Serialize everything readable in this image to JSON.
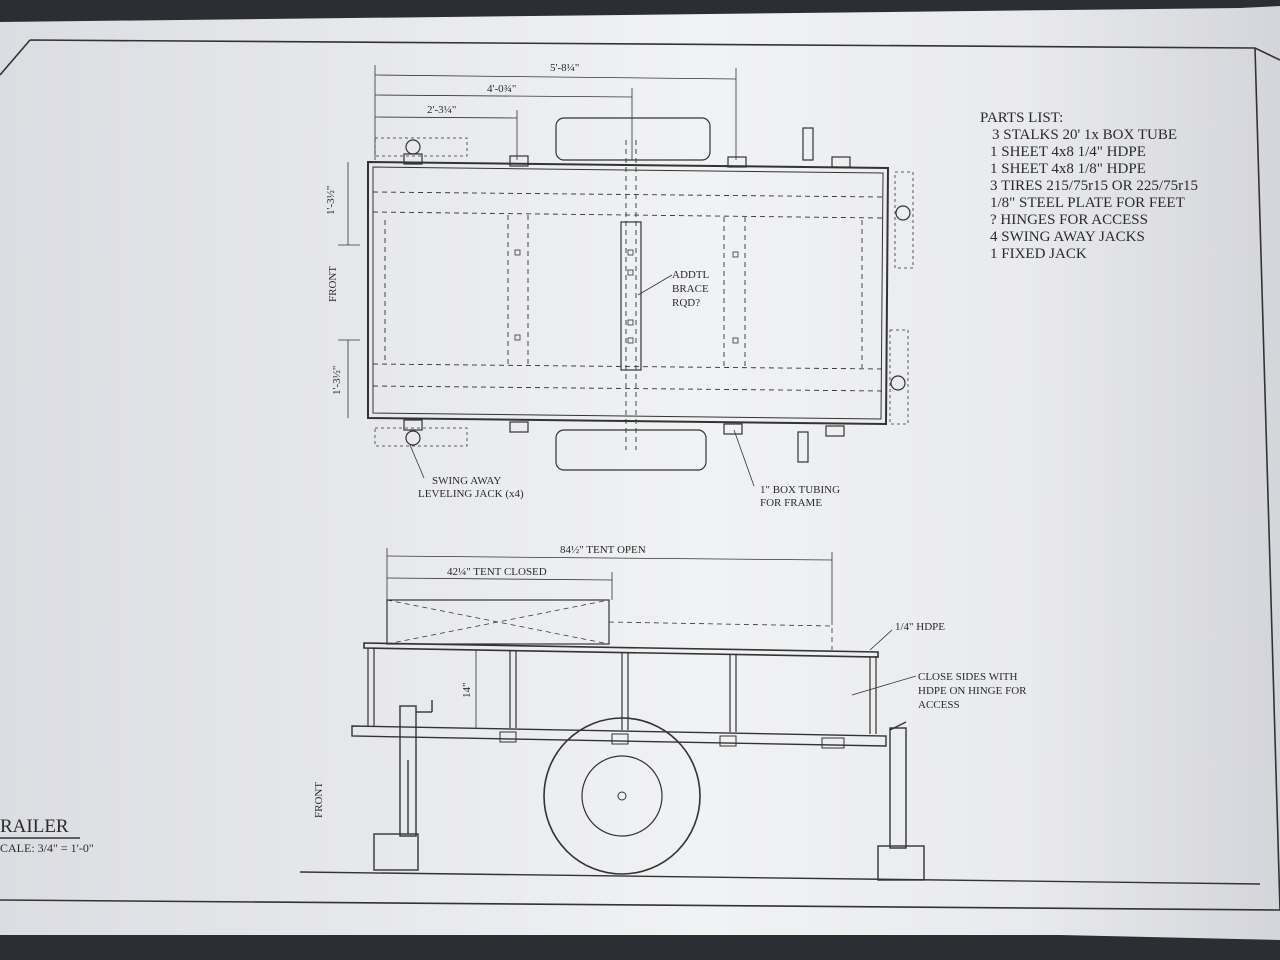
{
  "parts_list": {
    "title": "PARTS LIST:",
    "items": [
      "3 STALKS 20' 1x BOX TUBE",
      "1 SHEET 4x8 1/4\" HDPE",
      "1 SHEET 4x8 1/8\" HDPE",
      "3 TIRES 215/75r15 OR 225/75r15",
      "1/8\" STEEL PLATE FOR FEET",
      "? HINGES FOR ACCESS",
      "4 SWING AWAY JACKS",
      "1 FIXED JACK"
    ]
  },
  "plan_view": {
    "dims": {
      "overall": "5'-8¼\"",
      "mid": "4'-0¾\"",
      "short": "2'-3¼\"",
      "side_top": "1'-3½\"",
      "side_bottom": "1'-3½\""
    },
    "front_label": "FRONT",
    "brace_note": [
      "ADDTL",
      "BRACE",
      "RQD?"
    ],
    "jack_note": [
      "SWING AWAY",
      "LEVELING JACK (x4)"
    ],
    "tubing_note": [
      "1\" BOX TUBING",
      "FOR FRAME"
    ]
  },
  "elevation_view": {
    "dims": {
      "tent_open": "84½\" TENT OPEN",
      "tent_closed": "42¼\" TENT CLOSED",
      "height": "14\""
    },
    "hdpe_label": "1/4\" HDPE",
    "sides_note": [
      "CLOSE SIDES WITH",
      "HDPE ON HINGE FOR",
      "ACCESS"
    ],
    "front_label": "FRONT"
  },
  "title_block": {
    "title": "RAILER",
    "scale": "CALE: 3/4\" = 1'-0\""
  }
}
